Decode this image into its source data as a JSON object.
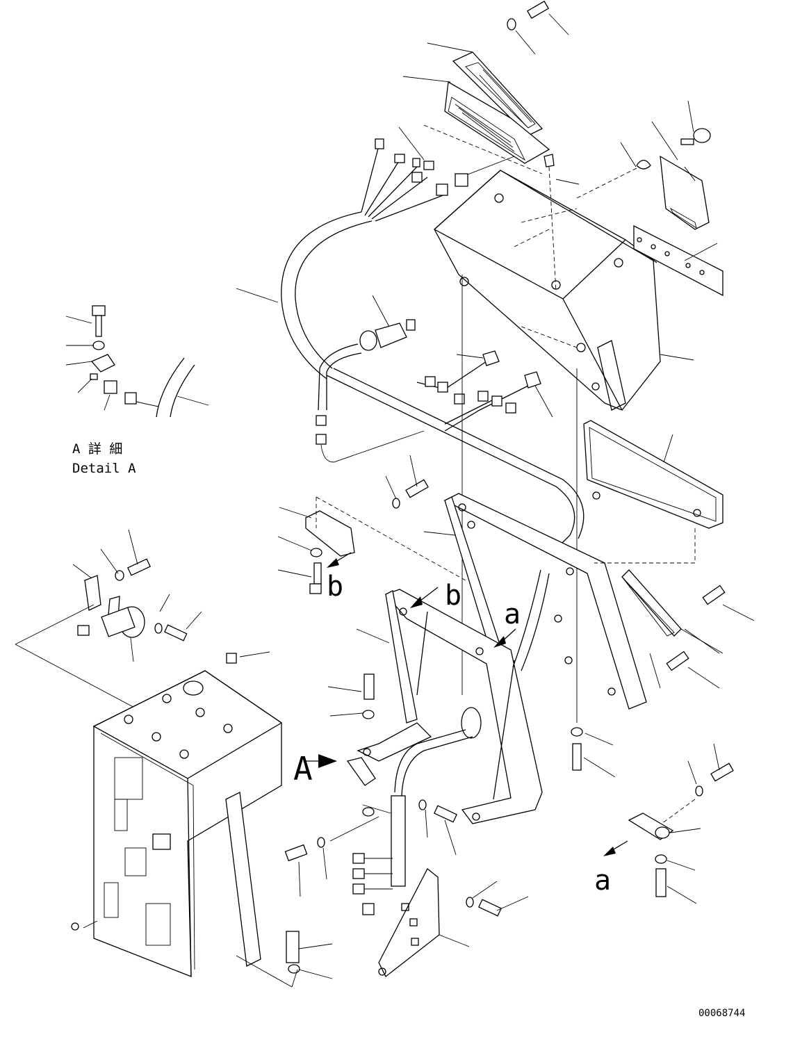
{
  "detail_label": {
    "jp": "A 詳 細",
    "en": "Detail A"
  },
  "view_letters": {
    "A": "A",
    "a_small": "a",
    "b_small": "b"
  },
  "drawing_number": "00068744",
  "colors": {
    "ink": "#000000",
    "paper": "#ffffff"
  }
}
